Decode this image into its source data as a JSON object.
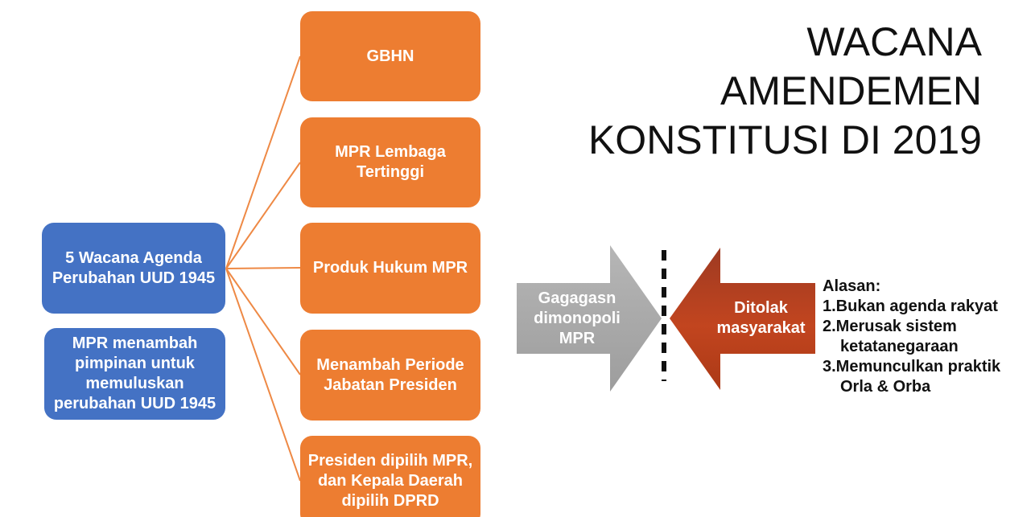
{
  "title": {
    "text": "WACANA\nAMENDEMEN\nKONSTITUSI DI 2019"
  },
  "source_boxes": [
    {
      "label": "5 Wacana Agenda Perubahan UUD 1945"
    },
    {
      "label": "MPR menambah pimpinan untuk memuluskan perubahan UUD 1945"
    }
  ],
  "agenda_items": [
    {
      "label": "GBHN"
    },
    {
      "label": "MPR Lembaga Tertinggi"
    },
    {
      "label": "Produk Hukum MPR"
    },
    {
      "label": "Menambah Periode Jabatan Presiden"
    },
    {
      "label": "Presiden dipilih MPR, dan Kepala Daerah dipilih DPRD"
    }
  ],
  "clash": {
    "left_arrow_label": "Gagagasn dimonopoli MPR",
    "right_arrow_label": "Ditolak masyarakat"
  },
  "reasons": {
    "heading": "Alasan:",
    "items": [
      "1.Bukan agenda rakyat",
      "2.Merusak sistem ketatanegaraan",
      "3.Memunculkan praktik Orla & Orba"
    ]
  },
  "colors": {
    "blue_box": "#4472C4",
    "orange_box": "#ED7D31",
    "connector_line": "#ED7D31",
    "gray_arrow": "#AAAAAA",
    "red_arrow": "#B53E1D",
    "dashed_divider": "#111111",
    "box_text": "#FFFFFF",
    "title_text": "#111111"
  }
}
